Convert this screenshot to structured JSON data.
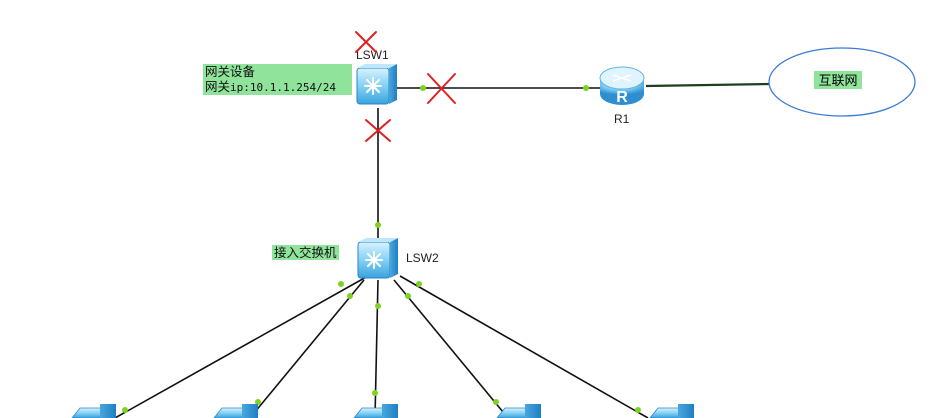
{
  "devices": {
    "lsw1": {
      "label": "LSW1"
    },
    "lsw2": {
      "label": "LSW2"
    },
    "r1": {
      "label": "R1",
      "icon_letter": "R"
    }
  },
  "cloud": {
    "label": "互联网"
  },
  "notes": {
    "gateway_title": "网关设备",
    "gateway_ip_prefix": "网关",
    "gateway_ip": "ip:10.1.1.254/24",
    "access_switch": "接入交换机"
  },
  "colors": {
    "background": "#ffffff",
    "link": "#111111",
    "port_dot": "#7ed321",
    "fault_mark": "#e02020",
    "note_bg": "#8fe39a",
    "device_blue": "#4fb3e8",
    "cloud_stroke": "#3a7bd5"
  },
  "icons": {
    "switch": "layer3-switch-icon",
    "router": "router-icon",
    "pc": "pc-icon",
    "fault": "x-mark-icon"
  }
}
